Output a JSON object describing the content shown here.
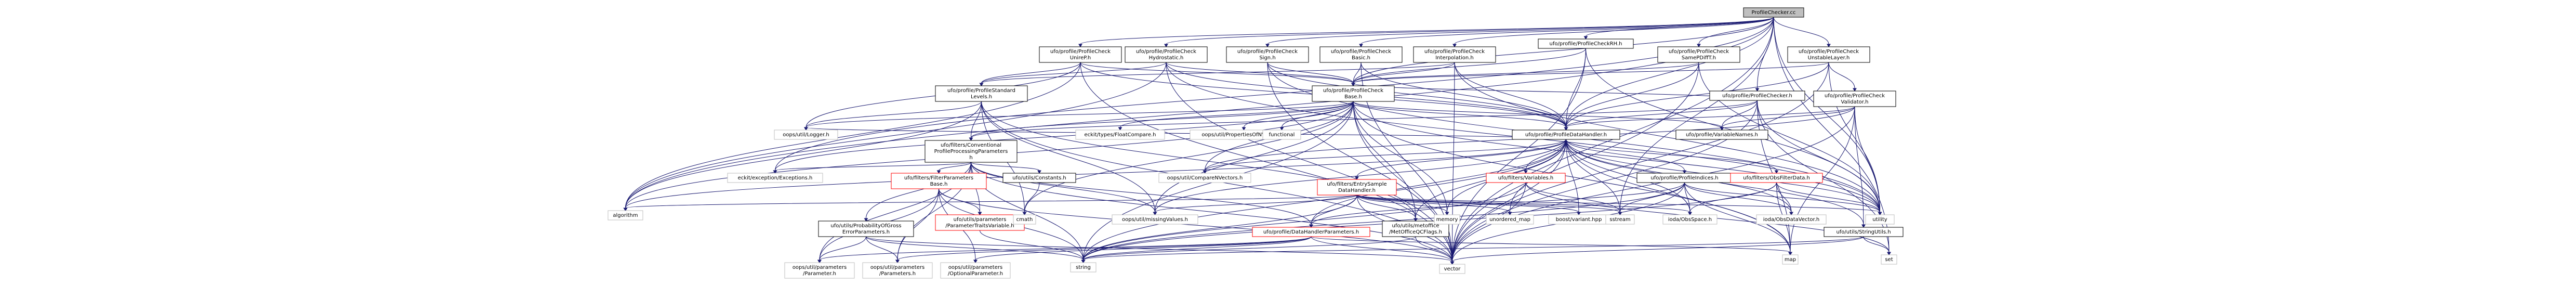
{
  "colors": {
    "root_fill": "#bfbfbf",
    "node_fill": "#ffffff",
    "node_border": "#000000",
    "missing_border": "#bfbfbf",
    "red_text": "#ff0000",
    "edge": "#191970"
  },
  "nodes": [
    {
      "id": "root",
      "lines": [
        "ProfileChecker.cc"
      ],
      "kind": "root"
    },
    {
      "id": "unirep",
      "lines": [
        "ufo/profile/ProfileCheck",
        "UnireP.h"
      ],
      "kind": "normal"
    },
    {
      "id": "hydro",
      "lines": [
        "ufo/profile/ProfileCheck",
        "Hydrostatic.h"
      ],
      "kind": "normal"
    },
    {
      "id": "sign",
      "lines": [
        "ufo/profile/ProfileCheck",
        "Sign.h"
      ],
      "kind": "normal"
    },
    {
      "id": "basic",
      "lines": [
        "ufo/profile/ProfileCheck",
        "Basic.h"
      ],
      "kind": "normal"
    },
    {
      "id": "interp",
      "lines": [
        "ufo/profile/ProfileCheck",
        "Interpolation.h"
      ],
      "kind": "normal"
    },
    {
      "id": "rh",
      "lines": [
        "ufo/profile/ProfileCheckRH.h"
      ],
      "kind": "normal"
    },
    {
      "id": "samepdt",
      "lines": [
        "ufo/profile/ProfileCheck",
        "SamePDiffT.h"
      ],
      "kind": "normal"
    },
    {
      "id": "unstable",
      "lines": [
        "ufo/profile/ProfileCheck",
        "UnstableLayer.h"
      ],
      "kind": "normal"
    },
    {
      "id": "stdlev",
      "lines": [
        "ufo/profile/ProfileStandard",
        "Levels.h"
      ],
      "kind": "normal"
    },
    {
      "id": "cbase",
      "lines": [
        "ufo/profile/ProfileCheck",
        "Base.h"
      ],
      "kind": "normal"
    },
    {
      "id": "checker",
      "lines": [
        "ufo/profile/ProfileChecker.h"
      ],
      "kind": "normal"
    },
    {
      "id": "validator",
      "lines": [
        "ufo/profile/ProfileCheck",
        "Validator.h"
      ],
      "kind": "normal"
    },
    {
      "id": "logger",
      "lines": [
        "oops/util/Logger.h"
      ],
      "kind": "missing"
    },
    {
      "id": "conv",
      "lines": [
        "ufo/filters/Conventional",
        "ProfileProcessingParameters",
        "h"
      ],
      "kind": "normal"
    },
    {
      "id": "floatcmp",
      "lines": [
        "eckit/types/FloatCompare.h"
      ],
      "kind": "missing"
    },
    {
      "id": "propcirv",
      "lines": [
        "oops/util/PropertiesOfNVectors.h"
      ],
      "kind": "missing"
    },
    {
      "id": "functional",
      "lines": [
        "functional"
      ],
      "kind": "missing"
    },
    {
      "id": "datahandler",
      "lines": [
        "ufo/profile/ProfileDataHandler.h"
      ],
      "kind": "normal"
    },
    {
      "id": "varnames",
      "lines": [
        "ufo/profile/VariableNames.h"
      ],
      "kind": "normal"
    },
    {
      "id": "exceptions",
      "lines": [
        "eckit/exception/Exceptions.h"
      ],
      "kind": "missing"
    },
    {
      "id": "filterparams",
      "lines": [
        "ufo/filters/FilterParameters",
        "Base.h"
      ],
      "kind": "red"
    },
    {
      "id": "constants",
      "lines": [
        "ufo/utils/Constants.h"
      ],
      "kind": "normal"
    },
    {
      "id": "compvec",
      "lines": [
        "oops/util/CompareNVectors.h"
      ],
      "kind": "missing"
    },
    {
      "id": "entrysample",
      "lines": [
        "ufo/filters/EntrySample",
        "DataHandler.h"
      ],
      "kind": "red"
    },
    {
      "id": "variables",
      "lines": [
        "ufo/filters/Variables.h"
      ],
      "kind": "red"
    },
    {
      "id": "indices",
      "lines": [
        "ufo/profile/ProfileIndices.h"
      ],
      "kind": "normal"
    },
    {
      "id": "obsfilter",
      "lines": [
        "ufo/filters/ObsFilterData.h"
      ],
      "kind": "red"
    },
    {
      "id": "probgross",
      "lines": [
        "ufo/utils/ProbabilityOfGross",
        "ErrorParameters.h"
      ],
      "kind": "normal"
    },
    {
      "id": "paramtraits",
      "lines": [
        "ufo/utils/parameters",
        "/ParameterTraitsVariable.h"
      ],
      "kind": "red"
    },
    {
      "id": "cmath",
      "lines": [
        "cmath"
      ],
      "kind": "missing"
    },
    {
      "id": "missingvals",
      "lines": [
        "oops/util/missingValues.h"
      ],
      "kind": "missing"
    },
    {
      "id": "dhparams",
      "lines": [
        "ufo/profile/DataHandlerParameters.h"
      ],
      "kind": "red"
    },
    {
      "id": "metoffice",
      "lines": [
        "ufo/utils/metoffice",
        "/MetOfficeQCFlags.h"
      ],
      "kind": "normal"
    },
    {
      "id": "memory",
      "lines": [
        "memory"
      ],
      "kind": "missing"
    },
    {
      "id": "unordered",
      "lines": [
        "unordered_map"
      ],
      "kind": "missing"
    },
    {
      "id": "boostvariant",
      "lines": [
        "boost/variant.hpp"
      ],
      "kind": "missing"
    },
    {
      "id": "sstream",
      "lines": [
        "sstream"
      ],
      "kind": "missing"
    },
    {
      "id": "obsspace",
      "lines": [
        "ioda/ObsSpace.h"
      ],
      "kind": "missing"
    },
    {
      "id": "obsdatavec",
      "lines": [
        "ioda/ObsDataVector.h"
      ],
      "kind": "missing"
    },
    {
      "id": "stringutils",
      "lines": [
        "ufo/utils/StringUtils.h"
      ],
      "kind": "normal"
    },
    {
      "id": "algorithm",
      "lines": [
        "algorithm"
      ],
      "kind": "missing"
    },
    {
      "id": "pparameter",
      "lines": [
        "oops/util/parameters",
        "/Parameter.h"
      ],
      "kind": "missing"
    },
    {
      "id": "pparameters",
      "lines": [
        "oops/util/parameters",
        "/Parameters.h"
      ],
      "kind": "missing"
    },
    {
      "id": "poptional",
      "lines": [
        "oops/util/parameters",
        "/OptionalParameter.h"
      ],
      "kind": "missing"
    },
    {
      "id": "string",
      "lines": [
        "string"
      ],
      "kind": "missing"
    },
    {
      "id": "vector",
      "lines": [
        "vector"
      ],
      "kind": "missing"
    },
    {
      "id": "map",
      "lines": [
        "map"
      ],
      "kind": "missing"
    },
    {
      "id": "set",
      "lines": [
        "set"
      ],
      "kind": "missing"
    },
    {
      "id": "utility",
      "lines": [
        "utility"
      ],
      "kind": "missing"
    }
  ],
  "edges": [
    [
      "root",
      "unirep"
    ],
    [
      "root",
      "hydro"
    ],
    [
      "root",
      "sign"
    ],
    [
      "root",
      "basic"
    ],
    [
      "root",
      "interp"
    ],
    [
      "root",
      "rh"
    ],
    [
      "root",
      "samepdt"
    ],
    [
      "root",
      "unstable"
    ],
    [
      "root",
      "checker"
    ],
    [
      "root",
      "datahandler"
    ],
    [
      "root",
      "cbase"
    ],
    [
      "root",
      "algorithm"
    ],
    [
      "root",
      "vector"
    ],
    [
      "root",
      "set"
    ],
    [
      "root",
      "utility"
    ],
    [
      "root",
      "exceptions"
    ],
    [
      "root",
      "sstream"
    ],
    [
      "unirep",
      "cbase"
    ],
    [
      "unirep",
      "datahandler"
    ],
    [
      "unirep",
      "stdlev"
    ],
    [
      "unirep",
      "logger"
    ],
    [
      "unirep",
      "algorithm"
    ],
    [
      "unirep",
      "vector"
    ],
    [
      "hydro",
      "cbase"
    ],
    [
      "hydro",
      "datahandler"
    ],
    [
      "hydro",
      "stdlev"
    ],
    [
      "hydro",
      "algorithm"
    ],
    [
      "hydro",
      "vector"
    ],
    [
      "hydro",
      "utility"
    ],
    [
      "sign",
      "cbase"
    ],
    [
      "sign",
      "datahandler"
    ],
    [
      "sign",
      "vector"
    ],
    [
      "sign",
      "utility"
    ],
    [
      "basic",
      "cbase"
    ],
    [
      "basic",
      "datahandler"
    ],
    [
      "basic",
      "vector"
    ],
    [
      "interp",
      "cbase"
    ],
    [
      "interp",
      "datahandler"
    ],
    [
      "interp",
      "stdlev"
    ],
    [
      "interp",
      "vector"
    ],
    [
      "interp",
      "utility"
    ],
    [
      "rh",
      "cbase"
    ],
    [
      "rh",
      "datahandler"
    ],
    [
      "rh",
      "vector"
    ],
    [
      "rh",
      "utility"
    ],
    [
      "samepdt",
      "cbase"
    ],
    [
      "samepdt",
      "datahandler"
    ],
    [
      "samepdt",
      "vector"
    ],
    [
      "samepdt",
      "utility"
    ],
    [
      "unstable",
      "cbase"
    ],
    [
      "unstable",
      "validator"
    ],
    [
      "unstable",
      "datahandler"
    ],
    [
      "unstable",
      "vector"
    ],
    [
      "unstable",
      "utility"
    ],
    [
      "stdlev",
      "conv"
    ],
    [
      "stdlev",
      "logger"
    ],
    [
      "stdlev",
      "algorithm"
    ],
    [
      "stdlev",
      "cmath"
    ],
    [
      "stdlev",
      "vector"
    ],
    [
      "stdlev",
      "missingvals"
    ],
    [
      "stdlev",
      "metoffice"
    ],
    [
      "cbase",
      "logger"
    ],
    [
      "cbase",
      "conv"
    ],
    [
      "cbase",
      "floatcmp"
    ],
    [
      "cbase",
      "propcirv"
    ],
    [
      "cbase",
      "functional"
    ],
    [
      "cbase",
      "datahandler"
    ],
    [
      "cbase",
      "varnames"
    ],
    [
      "cbase",
      "algorithm"
    ],
    [
      "cbase",
      "compvec"
    ],
    [
      "cbase",
      "missingvals"
    ],
    [
      "cbase",
      "metoffice"
    ],
    [
      "cbase",
      "cmath"
    ],
    [
      "cbase",
      "memory"
    ],
    [
      "cbase",
      "string"
    ],
    [
      "cbase",
      "vector"
    ],
    [
      "cbase",
      "map"
    ],
    [
      "cbase",
      "utility"
    ],
    [
      "cbase",
      "exceptions"
    ],
    [
      "checker",
      "conv"
    ],
    [
      "checker",
      "datahandler"
    ],
    [
      "checker",
      "varnames"
    ],
    [
      "checker",
      "cbase"
    ],
    [
      "checker",
      "vector"
    ],
    [
      "checker",
      "map"
    ],
    [
      "checker",
      "set"
    ],
    [
      "checker",
      "utility"
    ],
    [
      "validator",
      "datahandler"
    ],
    [
      "validator",
      "varnames"
    ],
    [
      "validator",
      "vector"
    ],
    [
      "validator",
      "map"
    ],
    [
      "validator",
      "utility"
    ],
    [
      "validator",
      "compvec"
    ],
    [
      "validator",
      "stringutils"
    ],
    [
      "conv",
      "filterparams"
    ],
    [
      "conv",
      "constants"
    ],
    [
      "conv",
      "probgross"
    ],
    [
      "conv",
      "paramtraits"
    ],
    [
      "conv",
      "exceptions"
    ],
    [
      "conv",
      "pparameter"
    ],
    [
      "conv",
      "pparameters"
    ],
    [
      "conv",
      "string"
    ],
    [
      "conv",
      "vector"
    ],
    [
      "conv",
      "dhparams"
    ],
    [
      "conv",
      "missingvals"
    ],
    [
      "filterparams",
      "pparameter"
    ],
    [
      "filterparams",
      "pparameters"
    ],
    [
      "filterparams",
      "poptional"
    ],
    [
      "filterparams",
      "string"
    ],
    [
      "filterparams",
      "vector"
    ],
    [
      "filterparams",
      "paramtraits"
    ],
    [
      "constants",
      "cmath"
    ],
    [
      "probgross",
      "pparameter"
    ],
    [
      "probgross",
      "pparameters"
    ],
    [
      "probgross",
      "string"
    ],
    [
      "probgross",
      "vector"
    ],
    [
      "paramtraits",
      "string"
    ],
    [
      "datahandler",
      "entrysample"
    ],
    [
      "datahandler",
      "variables"
    ],
    [
      "datahandler",
      "indices"
    ],
    [
      "datahandler",
      "obsfilter"
    ],
    [
      "datahandler",
      "dhparams"
    ],
    [
      "datahandler",
      "metoffice"
    ],
    [
      "datahandler",
      "memory"
    ],
    [
      "datahandler",
      "unordered"
    ],
    [
      "datahandler",
      "boostvariant"
    ],
    [
      "datahandler",
      "sstream"
    ],
    [
      "datahandler",
      "obsspace"
    ],
    [
      "datahandler",
      "obsdatavec"
    ],
    [
      "datahandler",
      "missingvals"
    ],
    [
      "datahandler",
      "logger"
    ],
    [
      "datahandler",
      "string"
    ],
    [
      "datahandler",
      "vector"
    ],
    [
      "datahandler",
      "map"
    ],
    [
      "datahandler",
      "utility"
    ],
    [
      "datahandler",
      "algorithm"
    ],
    [
      "datahandler",
      "stringutils"
    ],
    [
      "datahandler",
      "compvec"
    ],
    [
      "entrysample",
      "algorithm"
    ],
    [
      "entrysample",
      "missingvals"
    ],
    [
      "entrysample",
      "metoffice"
    ],
    [
      "entrysample",
      "memory"
    ],
    [
      "entrysample",
      "unordered"
    ],
    [
      "entrysample",
      "boostvariant"
    ],
    [
      "entrysample",
      "sstream"
    ],
    [
      "entrysample",
      "string"
    ],
    [
      "entrysample",
      "vector"
    ],
    [
      "entrysample",
      "dhparams"
    ],
    [
      "entrysample",
      "obsspace"
    ],
    [
      "entrysample",
      "utility"
    ],
    [
      "variables",
      "string"
    ],
    [
      "variables",
      "vector"
    ],
    [
      "variables",
      "set"
    ],
    [
      "variables",
      "sstream"
    ],
    [
      "indices",
      "obsspace"
    ],
    [
      "indices",
      "obsdatavec"
    ],
    [
      "indices",
      "dhparams"
    ],
    [
      "indices",
      "string"
    ],
    [
      "indices",
      "vector"
    ],
    [
      "indices",
      "sstream"
    ],
    [
      "indices",
      "utility"
    ],
    [
      "indices",
      "map"
    ],
    [
      "obsfilter",
      "obsdatavec"
    ],
    [
      "obsfilter",
      "obsspace"
    ],
    [
      "obsfilter",
      "string"
    ],
    [
      "obsfilter",
      "map"
    ],
    [
      "obsfilter",
      "utility"
    ],
    [
      "dhparams",
      "pparameter"
    ],
    [
      "dhparams",
      "pparameters"
    ],
    [
      "dhparams",
      "poptional"
    ],
    [
      "dhparams",
      "string"
    ],
    [
      "dhparams",
      "vector"
    ],
    [
      "dhparams",
      "map"
    ],
    [
      "metoffice",
      "string"
    ],
    [
      "metoffice",
      "vector"
    ],
    [
      "stringutils",
      "string"
    ],
    [
      "stringutils",
      "vector"
    ],
    [
      "stringutils",
      "set"
    ]
  ]
}
